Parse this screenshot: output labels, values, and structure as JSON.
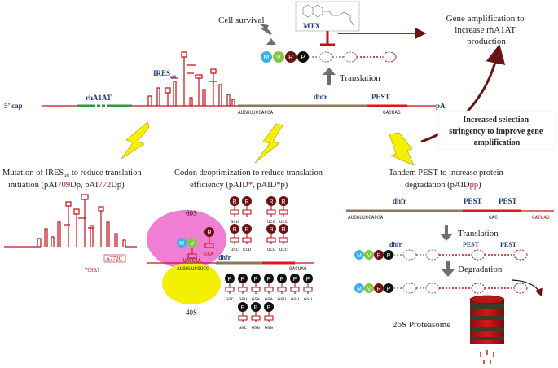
{
  "top": {
    "cell_survival": "Cell survival",
    "mtx_label": "MTX",
    "gene_amplification": [
      "Gene amplification to",
      "increase rhA1AT",
      "production"
    ],
    "translation": "Translation"
  },
  "mrna": {
    "five_cap": "5’ cap",
    "rha1at": "rhA1AT",
    "ires": "IRES",
    "ires_sub": "att",
    "dhfr": "dhfr",
    "pest": "PEST",
    "pa": "pA",
    "seq_start": "AUGGUUCGACCA",
    "seq_end": "GACUAG"
  },
  "selection_box": [
    "Increased selection",
    "stringency to improve gene",
    "amplification"
  ],
  "strategies": {
    "ires_mut": {
      "line1": [
        "Mutation of IRES",
        "att",
        " to reduce translation"
      ],
      "line2": [
        "initiation (pAI",
        "709",
        "Dp, pAI",
        "772",
        "Dp)"
      ]
    },
    "codon": {
      "line1": "Codon deoptimization to reduce translation",
      "line2": [
        "efficiency (pAID",
        "*",
        ", pAID",
        "*",
        "p)"
      ]
    },
    "pest": {
      "line1": "Tandem PEST to increase protein",
      "line2": [
        "degradation (pAID",
        "pp",
        ")"
      ]
    }
  },
  "ires_labels": {
    "a772c": "A772C",
    "d709": "709Δ?"
  },
  "ribosome": {
    "s60": "60S",
    "s40": "40S",
    "anticodon": "UACCAA",
    "red_codon": "GCA",
    "dhfr": "dhfr",
    "seq": "AUGGUUCGUCC",
    "seq_end": "GACUAG"
  },
  "trnas": {
    "r_codons": [
      [
        "GCU",
        "UCC",
        "UCC"
      ],
      [
        "UCC",
        "CCU",
        "UCU",
        "UCC"
      ]
    ],
    "p_codons": [
      [
        "GGC",
        "GGU",
        "GGA",
        "GGA",
        "GGU",
        "GGU",
        "GGU"
      ],
      [
        "GGC",
        "GGG",
        "GGG"
      ]
    ],
    "r_letter": "R",
    "p_letter": "P"
  },
  "pest_right": {
    "dhfr": "dhfr",
    "pest1": "PEST",
    "pest2": "PEST",
    "seq_start": "AUGGUUCGACCA",
    "seq_mid": "GAC",
    "seq_end": "GACUAG",
    "translation": "Translation",
    "degradation": "Degradation",
    "proteasome": "26S Proteasome"
  },
  "residues": {
    "m": "M",
    "v": "V",
    "r": "R",
    "p": "P"
  },
  "colors": {
    "mrna_red": "#c0111b",
    "dark_brown": "#6b1212",
    "arrow_gray": "#707070",
    "green": "#2e9a3a",
    "pink": "#f07fd3",
    "yellow": "#f4f000",
    "m_blue": "#3bb0e8",
    "v_green": "#86c540"
  }
}
